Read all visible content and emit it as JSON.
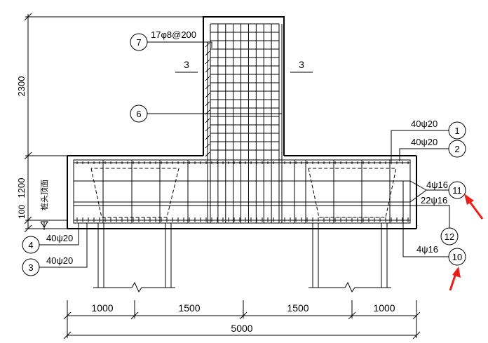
{
  "labels": {
    "rebar_7": "17φ8@200",
    "section_left": "3",
    "section_right": "3",
    "rebar_1": "40ψ20",
    "rebar_2": "40ψ20",
    "rebar_11": "4ψ16",
    "rebar_12": "22ψ16",
    "rebar_10": "4ψ16",
    "rebar_4": "40ψ20",
    "rebar_3": "40ψ20",
    "pile_top": "桩头顶面"
  },
  "callouts": {
    "c7": "7",
    "c6": "6",
    "c1": "1",
    "c2": "2",
    "c11": "11",
    "c12": "12",
    "c10": "10",
    "c4": "4",
    "c3": "3"
  },
  "dimensions": {
    "col_height": "2300",
    "cap_height": "1200",
    "embed": "100",
    "seg1": "1000",
    "seg2": "1500",
    "seg3": "1500",
    "seg4": "1000",
    "total": "5000"
  },
  "colors": {
    "line": "#000000",
    "arrow": "#e8201c"
  }
}
